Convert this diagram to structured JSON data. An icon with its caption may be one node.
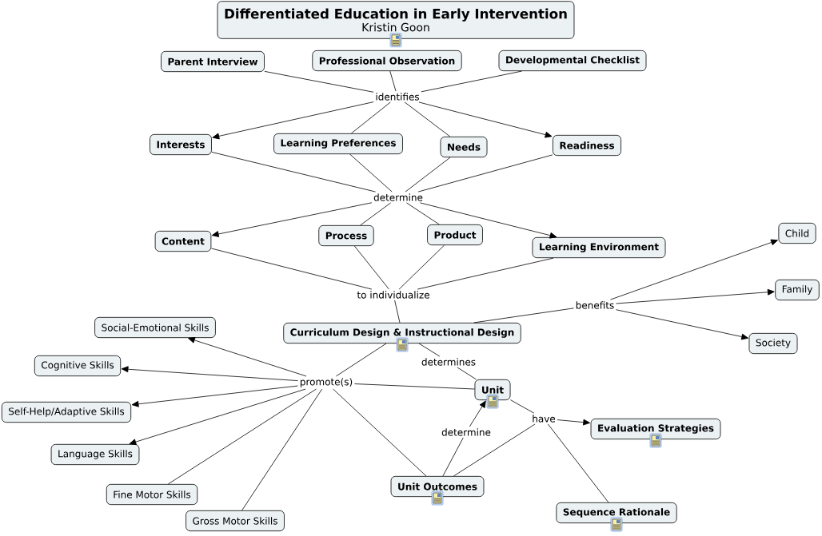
{
  "diagram": {
    "nodes": [
      {
        "text": [
          "Differentiated Education in Early Intervention",
          "Kristin Goon"
        ]
      },
      {
        "text": [
          "Parent Interview"
        ]
      },
      {
        "text": [
          "Professional Observation"
        ]
      },
      {
        "text": [
          "Developmental Checklist"
        ]
      },
      {
        "text": [
          "identifies"
        ]
      },
      {
        "text": [
          "Interests"
        ]
      },
      {
        "text": [
          "Learning Preferences"
        ]
      },
      {
        "text": [
          "Needs"
        ]
      },
      {
        "text": [
          "Readiness"
        ]
      },
      {
        "text": [
          "determine"
        ]
      },
      {
        "text": [
          "Content"
        ]
      },
      {
        "text": [
          "Process"
        ]
      },
      {
        "text": [
          "Product"
        ]
      },
      {
        "text": [
          "Learning Environment"
        ]
      },
      {
        "text": [
          "to individualize"
        ]
      },
      {
        "text": [
          "Curriculum Design & Instructional Design"
        ]
      },
      {
        "text": [
          "benefits"
        ]
      },
      {
        "text": [
          "Child"
        ]
      },
      {
        "text": [
          "Family"
        ]
      },
      {
        "text": [
          "Society"
        ]
      },
      {
        "text": [
          "Social-Emotional Skills"
        ]
      },
      {
        "text": [
          "promote(s)"
        ]
      },
      {
        "text": [
          "determines"
        ]
      },
      {
        "text": [
          "Cognitive Skills"
        ]
      },
      {
        "text": [
          "Unit"
        ]
      },
      {
        "text": [
          "Self-Help/Adaptive Skills"
        ]
      },
      {
        "text": [
          "have"
        ]
      },
      {
        "text": [
          "Evaluation Strategies"
        ]
      },
      {
        "text": [
          "determine"
        ]
      },
      {
        "text": [
          "Language Skills"
        ]
      },
      {
        "text": [
          "Unit Outcomes"
        ]
      },
      {
        "text": [
          "Fine Motor Skills"
        ]
      },
      {
        "text": [
          "Gross Motor Skills"
        ]
      },
      {
        "text": [
          "Sequence Rationale"
        ]
      }
    ],
    "edges": [
      {
        "from": 1,
        "to": 4,
        "arrow": "none"
      },
      {
        "from": 2,
        "to": 4,
        "arrow": "none"
      },
      {
        "from": 3,
        "to": 4,
        "arrow": "none"
      },
      {
        "from": 4,
        "to": 5,
        "arrow": "to"
      },
      {
        "from": 4,
        "to": 6,
        "arrow": "none"
      },
      {
        "from": 4,
        "to": 7,
        "arrow": "none"
      },
      {
        "from": 4,
        "to": 8,
        "arrow": "to"
      },
      {
        "from": 5,
        "to": 9,
        "arrow": "none"
      },
      {
        "from": 6,
        "to": 9,
        "arrow": "none"
      },
      {
        "from": 7,
        "to": 9,
        "arrow": "none"
      },
      {
        "from": 8,
        "to": 9,
        "arrow": "none"
      },
      {
        "from": 9,
        "to": 10,
        "arrow": "to"
      },
      {
        "from": 9,
        "to": 11,
        "arrow": "none"
      },
      {
        "from": 9,
        "to": 12,
        "arrow": "none"
      },
      {
        "from": 9,
        "to": 13,
        "arrow": "to"
      },
      {
        "from": 10,
        "to": 14,
        "arrow": "none"
      },
      {
        "from": 11,
        "to": 14,
        "arrow": "none"
      },
      {
        "from": 12,
        "to": 14,
        "arrow": "none"
      },
      {
        "from": 13,
        "to": 14,
        "arrow": "none"
      },
      {
        "from": 14,
        "to": 15,
        "arrow": "none"
      },
      {
        "from": 15,
        "to": 16,
        "arrow": "none"
      },
      {
        "from": 16,
        "to": 17,
        "arrow": "to"
      },
      {
        "from": 16,
        "to": 18,
        "arrow": "to"
      },
      {
        "from": 16,
        "to": 19,
        "arrow": "to"
      },
      {
        "from": 15,
        "to": 21,
        "arrow": "none"
      },
      {
        "from": 21,
        "to": 20,
        "arrow": "to"
      },
      {
        "from": 21,
        "to": 23,
        "arrow": "to"
      },
      {
        "from": 21,
        "to": 25,
        "arrow": "to"
      },
      {
        "from": 21,
        "to": 29,
        "arrow": "to"
      },
      {
        "from": 21,
        "to": 31,
        "arrow": "none"
      },
      {
        "from": 21,
        "to": 32,
        "arrow": "none"
      },
      {
        "from": 21,
        "to": 30,
        "arrow": "none"
      },
      {
        "from": 21,
        "to": 24,
        "arrow": "none"
      },
      {
        "from": 15,
        "to": 22,
        "arrow": "none"
      },
      {
        "from": 22,
        "to": 24,
        "arrow": "none"
      },
      {
        "from": 24,
        "to": 26,
        "arrow": "none"
      },
      {
        "from": 26,
        "to": 27,
        "arrow": "to"
      },
      {
        "from": 26,
        "to": 33,
        "arrow": "none"
      },
      {
        "from": 30,
        "to": 26,
        "arrow": "none"
      },
      {
        "from": 30,
        "to": 28,
        "arrow": "none"
      },
      {
        "from": 28,
        "to": 24,
        "arrow": "to"
      }
    ]
  }
}
